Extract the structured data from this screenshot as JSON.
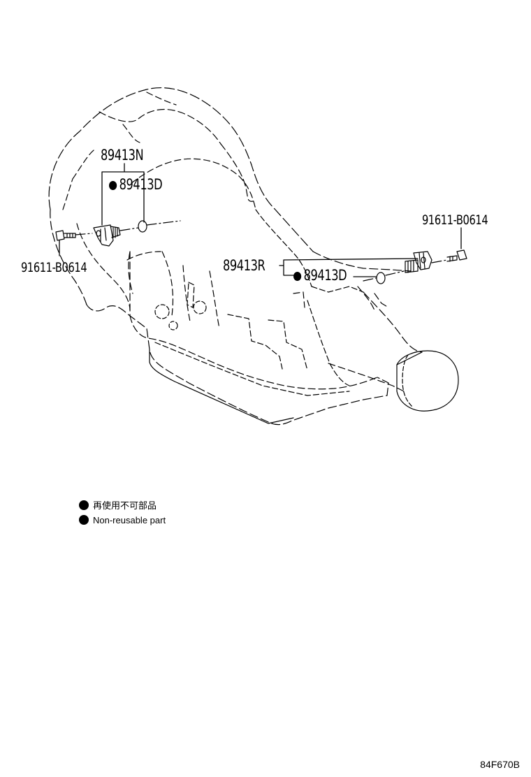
{
  "callouts": {
    "sensor_n": "89413N",
    "gasket_n": "89413D",
    "bolt_left": "91611-B0614",
    "sensor_r": "89413R",
    "gasket_r": "89413D",
    "bolt_right": "91611-B0614"
  },
  "legend": {
    "line_jp": "再使用不可部品",
    "line_en": "Non-reusable part"
  },
  "illustration_code": "84F670B"
}
